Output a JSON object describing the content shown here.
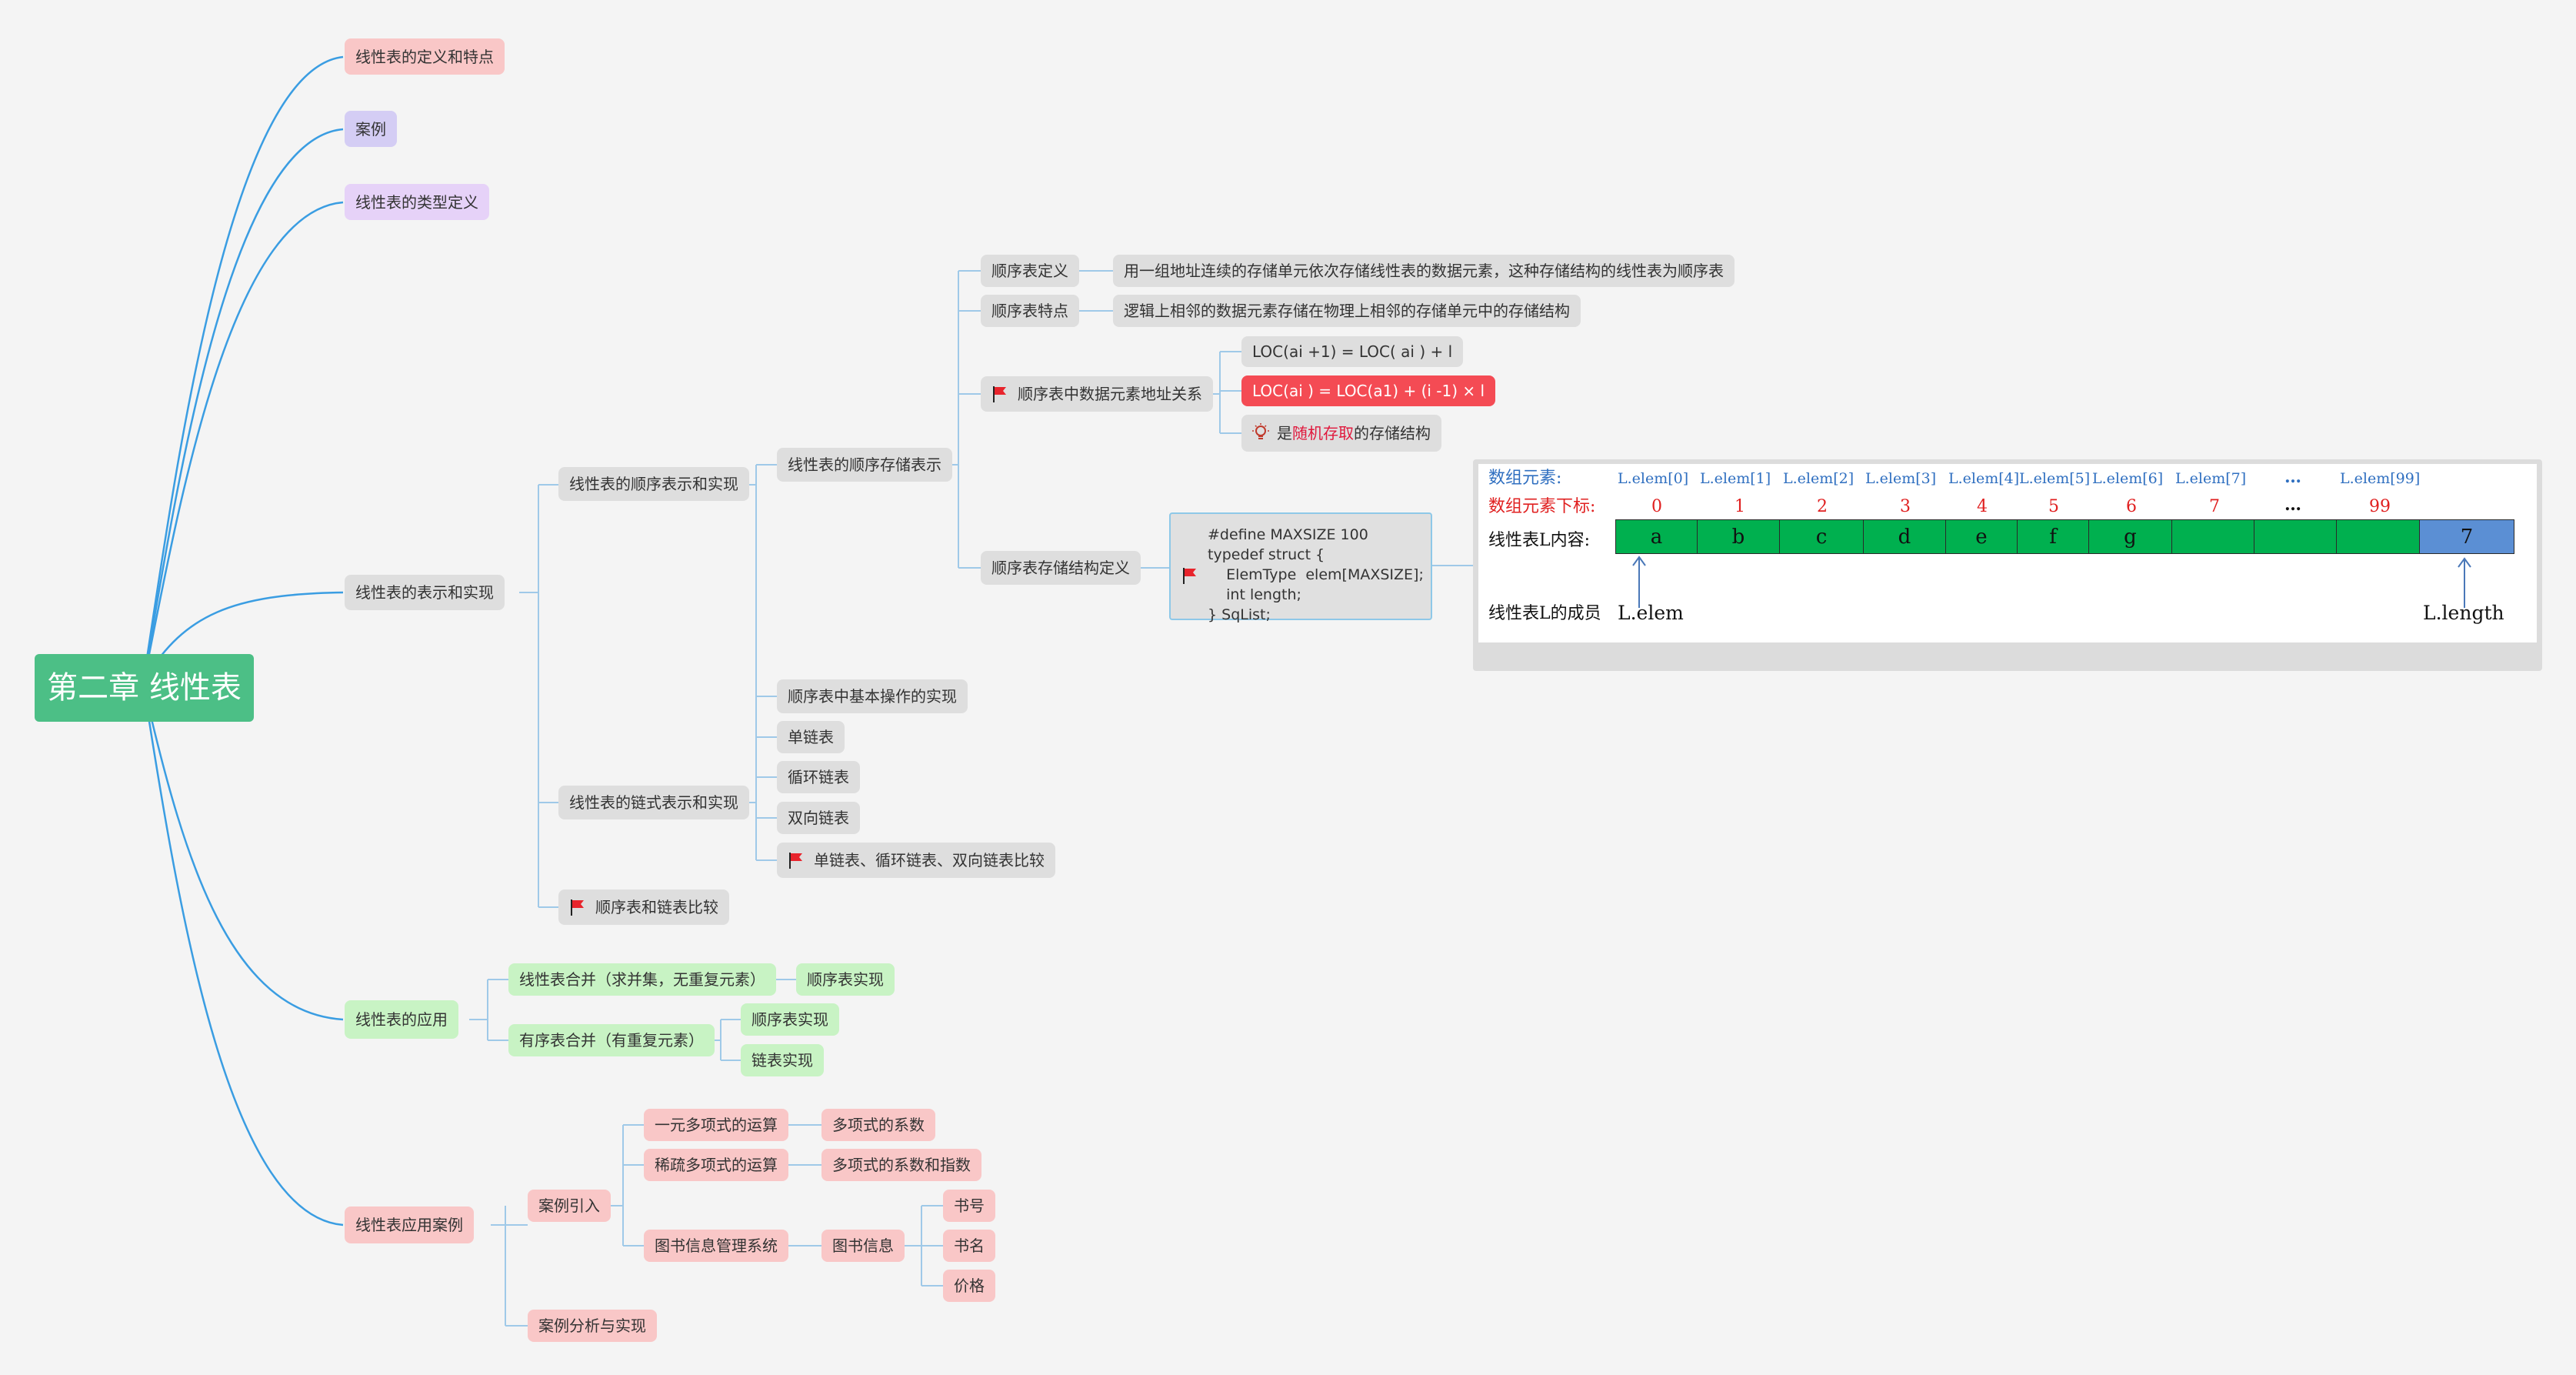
{
  "root": "第二章 线性表",
  "level1": {
    "definition": "线性表的定义和特点",
    "cases": "案例",
    "type_def": "线性表的类型定义",
    "representation": "线性表的表示和实现",
    "application": "线性表的应用",
    "application_cases": "线性表应用案例"
  },
  "representation": {
    "sequential": "线性表的顺序表示和实现",
    "sequential_storage": "线性表的顺序存储表示",
    "seq_def_label": "顺序表定义",
    "seq_def_text": "用一组地址连续的存储单元依次存储线性表的数据元素，这种存储结构的线性表为顺序表",
    "seq_feature_label": "顺序表特点",
    "seq_feature_text": "逻辑上相邻的数据元素存储在物理上相邻的存储单元中的存储结构",
    "addr_relation": "顺序表中数据元素地址关系",
    "formula1": "LOC(ai +1) = LOC( ai ) + l",
    "formula2": "LOC(ai ) = LOC(a1) + (i -1) × l",
    "random_access_prefix": "是",
    "random_access_highlight": "随机存取",
    "random_access_suffix": "的存储结构",
    "struct_def": "顺序表存储结构定义",
    "code": "#define MAXSIZE 100\ntypedef struct {\n    ElemType  elem[MAXSIZE];\n    int length;\n} SqList;",
    "basic_ops": "顺序表中基本操作的实现",
    "linked": "线性表的链式表示和实现",
    "singly": "单链表",
    "circular": "循环链表",
    "doubly": "双向链表",
    "linked_compare": "单链表、循环链表、双向链表比较",
    "seq_vs_linked": "顺序表和链表比较"
  },
  "application": {
    "merge_list": "线性表合并（求并集，无重复元素）",
    "merge_list_impl": "顺序表实现",
    "merge_ordered": "有序表合并（有重复元素）",
    "merge_ordered_impl1": "顺序表实现",
    "merge_ordered_impl2": "链表实现"
  },
  "cases": {
    "intro": "案例引入",
    "poly1": "一元多项式的运算",
    "poly1_detail": "多项式的系数",
    "poly2": "稀疏多项式的运算",
    "poly2_detail": "多项式的系数和指数",
    "library": "图书信息管理系统",
    "book_info": "图书信息",
    "book_no": "书号",
    "book_name": "书名",
    "book_price": "价格",
    "analysis": "案例分析与实现"
  },
  "array_diagram": {
    "row1_label": "数组元素:",
    "elements": [
      "L.elem[0]",
      "L.elem[1]",
      "L.elem[2]",
      "L.elem[3]",
      "L.elem[4]",
      "L.elem[5]",
      "L.elem[6]",
      "L.elem[7]",
      "…",
      "L.elem[99]"
    ],
    "row2_label": "数组元素下标:",
    "indices": [
      "0",
      "1",
      "2",
      "3",
      "4",
      "5",
      "6",
      "7",
      "…",
      "99"
    ],
    "row3_label": "线性表L内容:",
    "contents": [
      "a",
      "b",
      "c",
      "d",
      "e",
      "f",
      "g",
      "",
      "",
      "",
      "7"
    ],
    "row4_label": "线性表L的成员",
    "member_elem": "L.elem",
    "member_length": "L.length"
  },
  "colors": {
    "root": "#4cbf86",
    "connector": "#3a9de2",
    "pink": "#f9c7c7",
    "gray": "#dedede",
    "green": "#c8f3c4",
    "highlight_red": "#f44b54",
    "cell_green": "#00b04f",
    "cell_blue": "#5b8fd4"
  },
  "icons": {
    "flag": "red-flag-icon",
    "bulb": "light-bulb-icon"
  }
}
